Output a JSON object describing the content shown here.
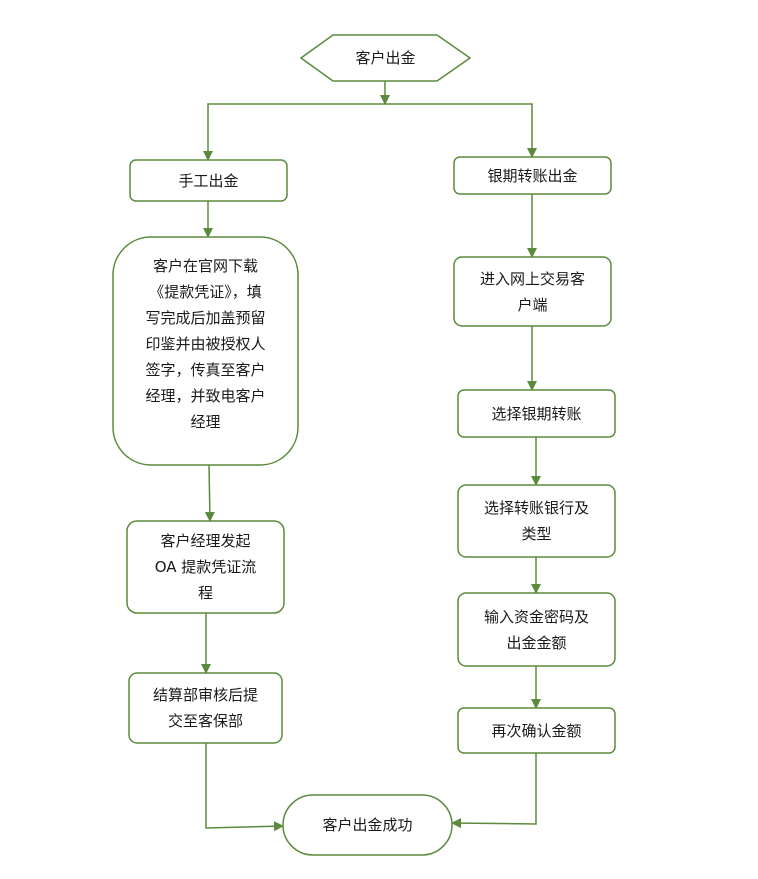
{
  "colors": {
    "stroke": "#5b8a3c",
    "fill": "#ffffff",
    "text": "#1a1a1a"
  },
  "nodes": {
    "start": {
      "lines": [
        "客户出金"
      ]
    },
    "manual": {
      "lines": [
        "手工出金"
      ]
    },
    "bank": {
      "lines": [
        "银期转账出金"
      ]
    },
    "manual_download": {
      "lines": [
        "客户在官网下载",
        "《提款凭证》，填",
        "写完成后加盖预留",
        "印鉴并由被授权人",
        "签字，传真至客户",
        "经理，并致电客户",
        "经理"
      ]
    },
    "manual_oa": {
      "lines": [
        "客户经理发起",
        "OA 提款凭证流",
        "程"
      ]
    },
    "manual_review": {
      "lines": [
        "结算部审核后提",
        "交至客保部"
      ]
    },
    "bank_enter": {
      "lines": [
        "进入网上交易客",
        "户端"
      ]
    },
    "bank_select": {
      "lines": [
        "选择银期转账"
      ]
    },
    "bank_choose": {
      "lines": [
        "选择转账银行及",
        "类型"
      ]
    },
    "bank_password": {
      "lines": [
        "输入资金密码及",
        "出金金额"
      ]
    },
    "bank_confirm": {
      "lines": [
        "再次确认金额"
      ]
    },
    "end": {
      "lines": [
        "客户出金成功"
      ]
    }
  }
}
